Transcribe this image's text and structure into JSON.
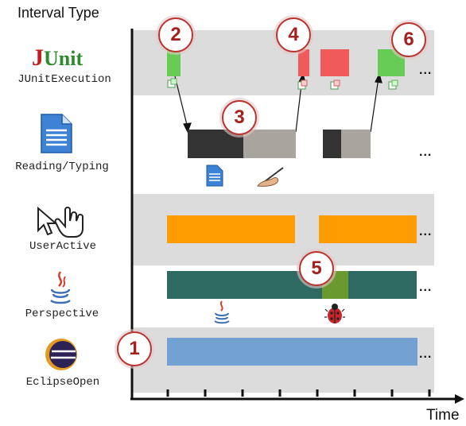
{
  "header": {
    "title": "Interval Type"
  },
  "axis": {
    "time_label": "Time"
  },
  "lanes": [
    {
      "label": "JUnitExecution",
      "logo_j": "J",
      "logo_unit": "Unit",
      "icon": "junit-logo"
    },
    {
      "label": "Reading/Typing",
      "icon": "document-icon"
    },
    {
      "label": "UserActive",
      "icon": "cursor-hand-icon"
    },
    {
      "label": "Perspective",
      "icon": "java-icon"
    },
    {
      "label": "EclipseOpen",
      "icon": "eclipse-icon"
    }
  ],
  "ellipsis": "...",
  "callouts": [
    "1",
    "2",
    "3",
    "4",
    "5",
    "6"
  ],
  "colors": {
    "lane_band": "#dcdcdc",
    "junit_pass": "#66cc55",
    "junit_fail": "#f05a5a",
    "reading": "#333333",
    "typing": "#aaa49e",
    "user_active": "#ff9d00",
    "perspective_java": "#2e6a61",
    "perspective_debug": "#6a9a2f",
    "eclipse_open": "#73a1d1",
    "callout_border": "#b8332e",
    "callout_text": "#a3201c"
  }
}
